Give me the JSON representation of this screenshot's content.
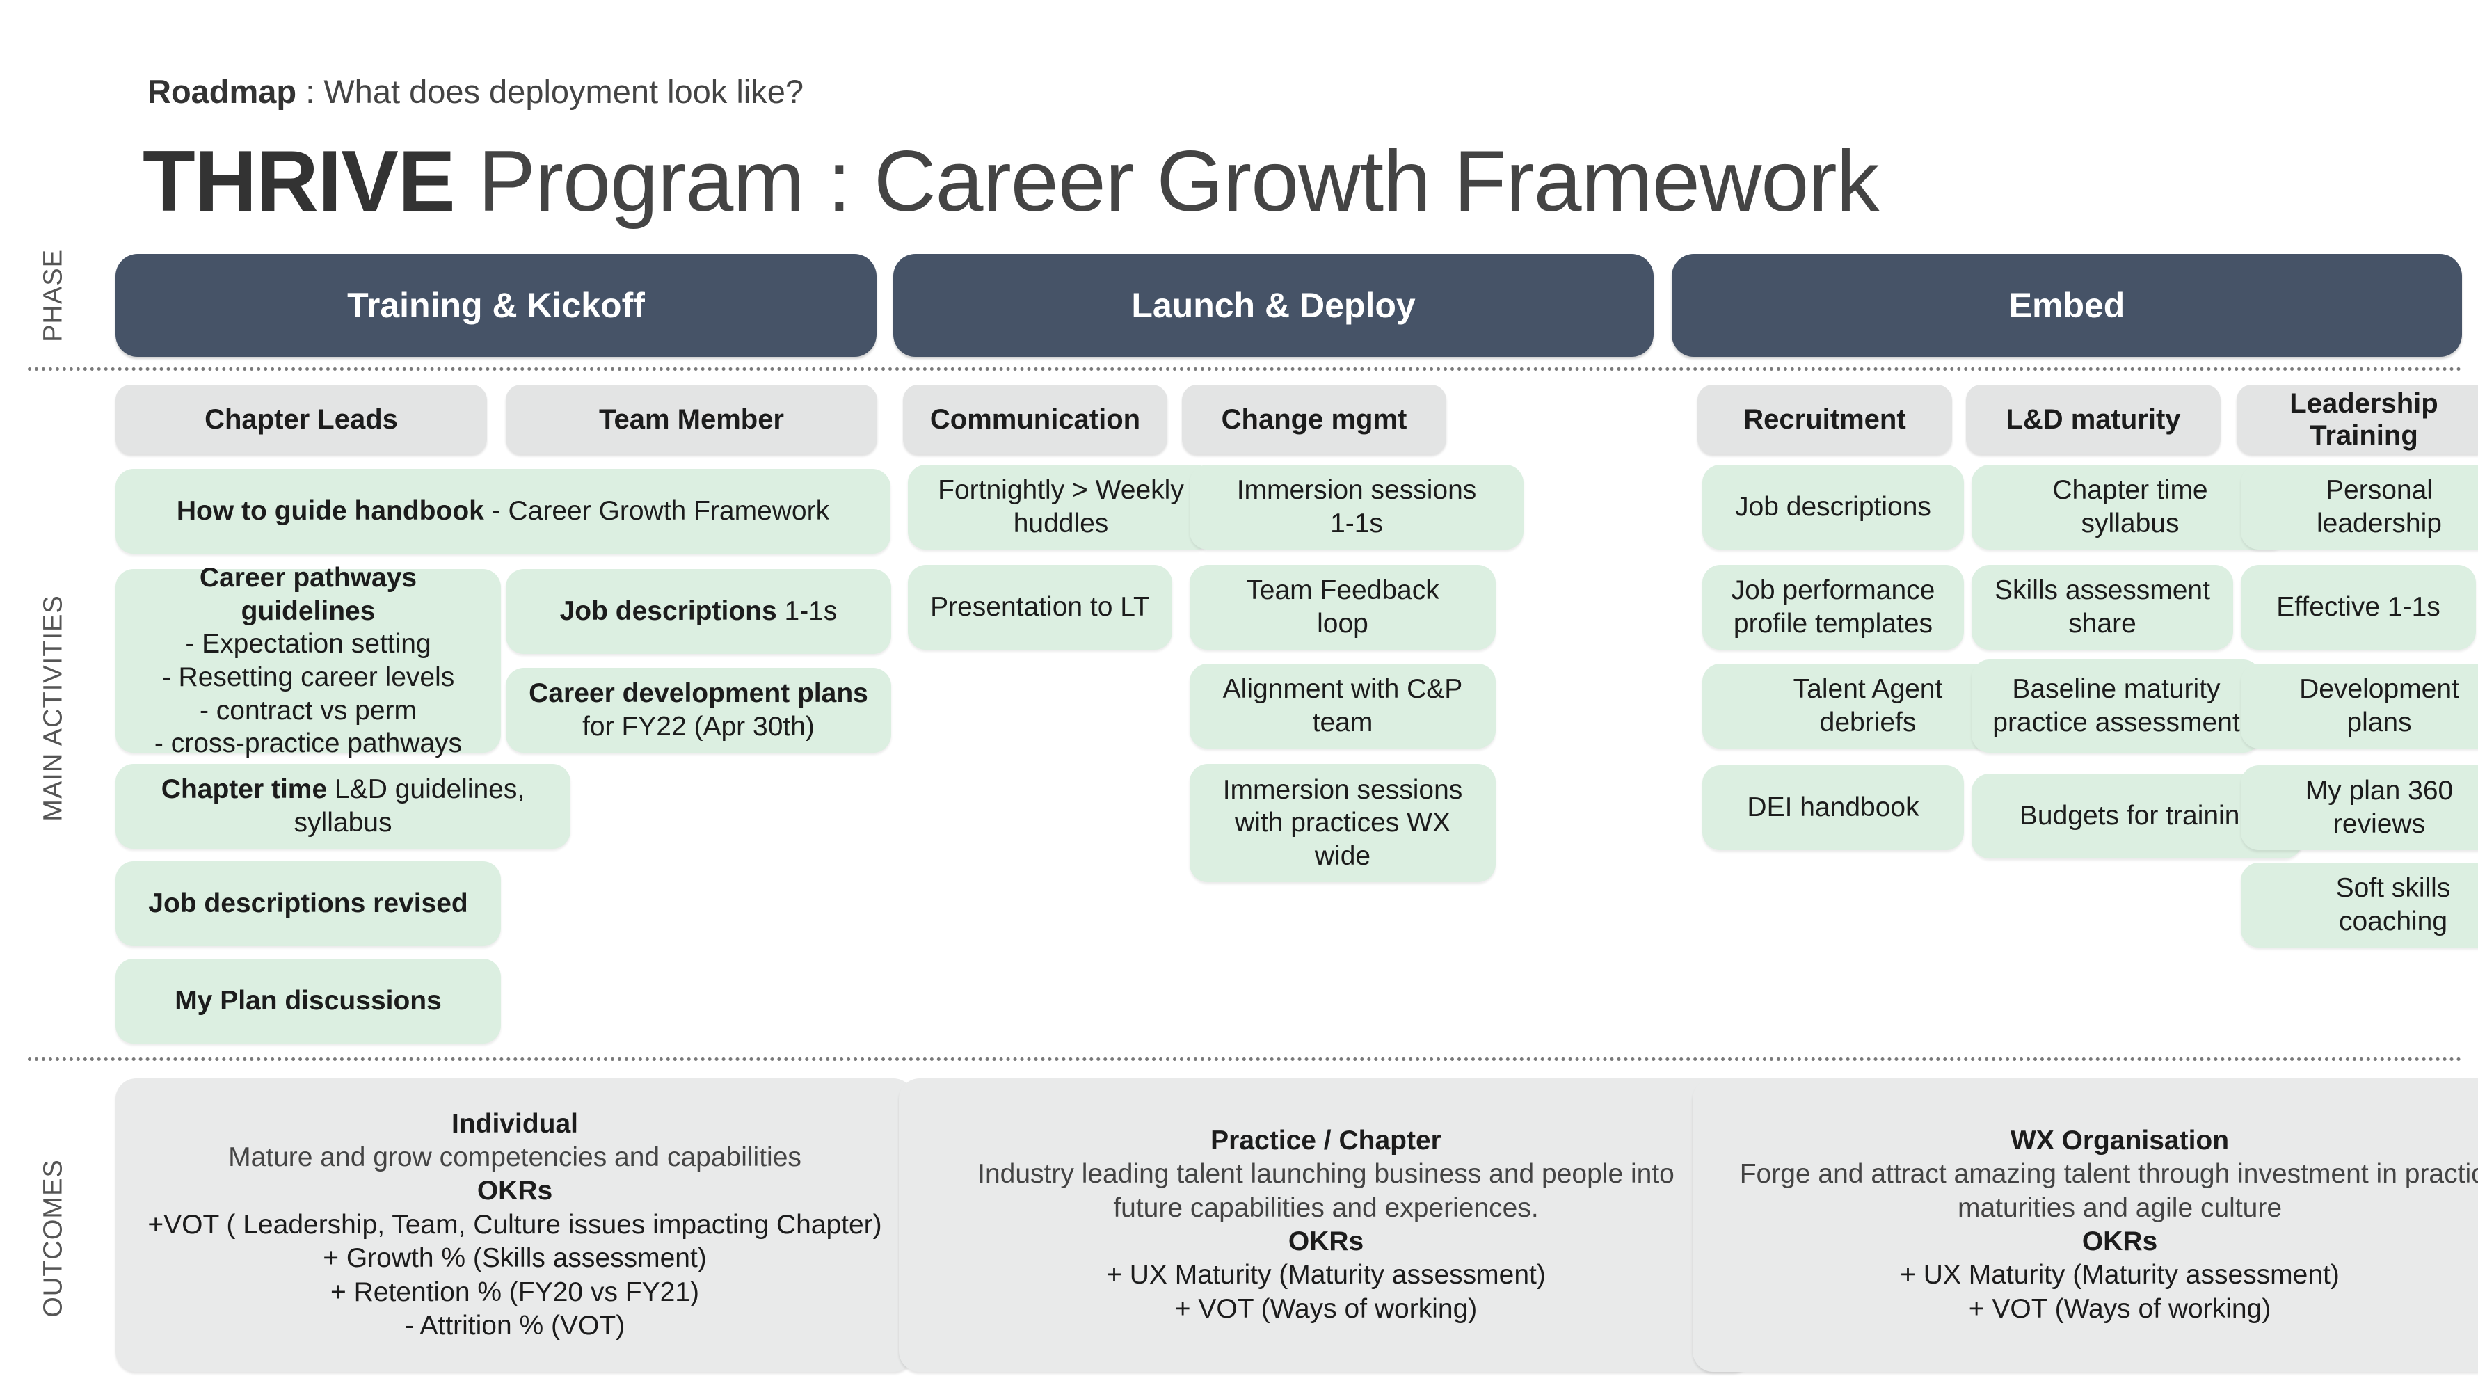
{
  "header": {
    "subtitle_bold": "Roadmap",
    "subtitle_rest": " : What does deployment look like?",
    "title_bold": "THRIVE",
    "title_rest": " Program : Career Growth Framework"
  },
  "row_labels": {
    "phase": "PHASE",
    "activities": "MAIN ACTIVITIES",
    "outcomes": "OUTCOMES"
  },
  "phases": [
    "Training & Kickoff",
    "Launch & Deploy",
    "Embed"
  ],
  "columns": {
    "chapter_leads": "Chapter Leads",
    "team_member": "Team Member",
    "communication": "Communication",
    "change_mgmt": "Change mgmt",
    "recruitment": "Recruitment",
    "ld_maturity": "L&D maturity",
    "leadership_training": "Leadership Training"
  },
  "activities": {
    "handbook": {
      "bold": "How to guide handbook",
      "rest": " - Career Growth Framework"
    },
    "career_pathways": {
      "bold": "Career pathways guidelines",
      "lines": [
        "- Expectation setting",
        "- Resetting career levels",
        "- contract vs perm",
        "- cross-practice pathways"
      ]
    },
    "chapter_time": {
      "bold": "Chapter time",
      "rest": " L&D guidelines, syllabus"
    },
    "job_desc_revised": "Job descriptions revised",
    "my_plan_discussions": "My Plan discussions",
    "team_job_desc": {
      "bold": "Job descriptions",
      "rest": " 1-1s"
    },
    "career_dev_plans": {
      "bold": "Career development plans",
      "rest": "for FY22 (Apr 30th)"
    },
    "communication": [
      "Fortnightly > Weekly huddles",
      "Presentation to LT"
    ],
    "change_mgmt": [
      "Immersion sessions 1-1s",
      "Team Feedback loop",
      "Alignment with C&P team",
      "Immersion sessions with practices WX wide"
    ],
    "recruitment": [
      "Job descriptions",
      "Job performance profile templates",
      "Talent Agent debriefs",
      "DEI handbook"
    ],
    "ld_maturity": [
      "Chapter time syllabus",
      "Skills assessment share",
      "Baseline maturity practice assessment",
      "Budgets for training"
    ],
    "leadership_training": [
      "Personal leadership",
      "Effective 1-1s",
      "Development plans",
      "My plan 360 reviews",
      "Soft skills coaching"
    ]
  },
  "outcomes": [
    {
      "title": "Individual",
      "description": "Mature and grow competencies and capabilities",
      "okr_label": "OKRs",
      "okrs": [
        "+VOT ( Leadership, Team, Culture issues impacting Chapter)",
        "+ Growth % (Skills assessment)",
        "+ Retention % (FY20 vs FY21)",
        "- Attrition % (VOT)"
      ]
    },
    {
      "title": "Practice / Chapter",
      "description": "Industry leading talent launching business and people into future capabilities and experiences.",
      "okr_label": "OKRs",
      "okrs": [
        "+ UX Maturity (Maturity assessment)",
        "+ VOT (Ways of working)"
      ]
    },
    {
      "title": "WX Organisation",
      "description": "Forge and attract amazing talent through investment in practice maturities and agile culture",
      "okr_label": "OKRs",
      "okrs": [
        "+ UX Maturity (Maturity assessment)",
        "+ VOT (Ways of working)"
      ]
    }
  ],
  "colors": {
    "phase_bg": "#465367",
    "column_head_bg": "#e3e4e4",
    "activity_bg": "#dcefe1",
    "outcome_bg": "#e9eaea"
  }
}
